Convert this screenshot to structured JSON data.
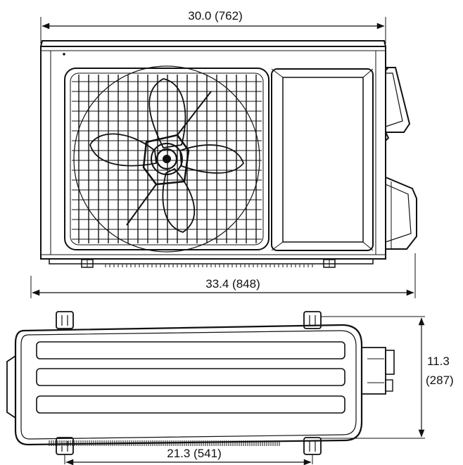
{
  "dimensions": {
    "top_width": "30.0 (762)",
    "overall_width": "33.4 (848)",
    "depth_value": "11.3",
    "depth_metric": "(287)",
    "foot_spacing": "21.3 (541)"
  }
}
